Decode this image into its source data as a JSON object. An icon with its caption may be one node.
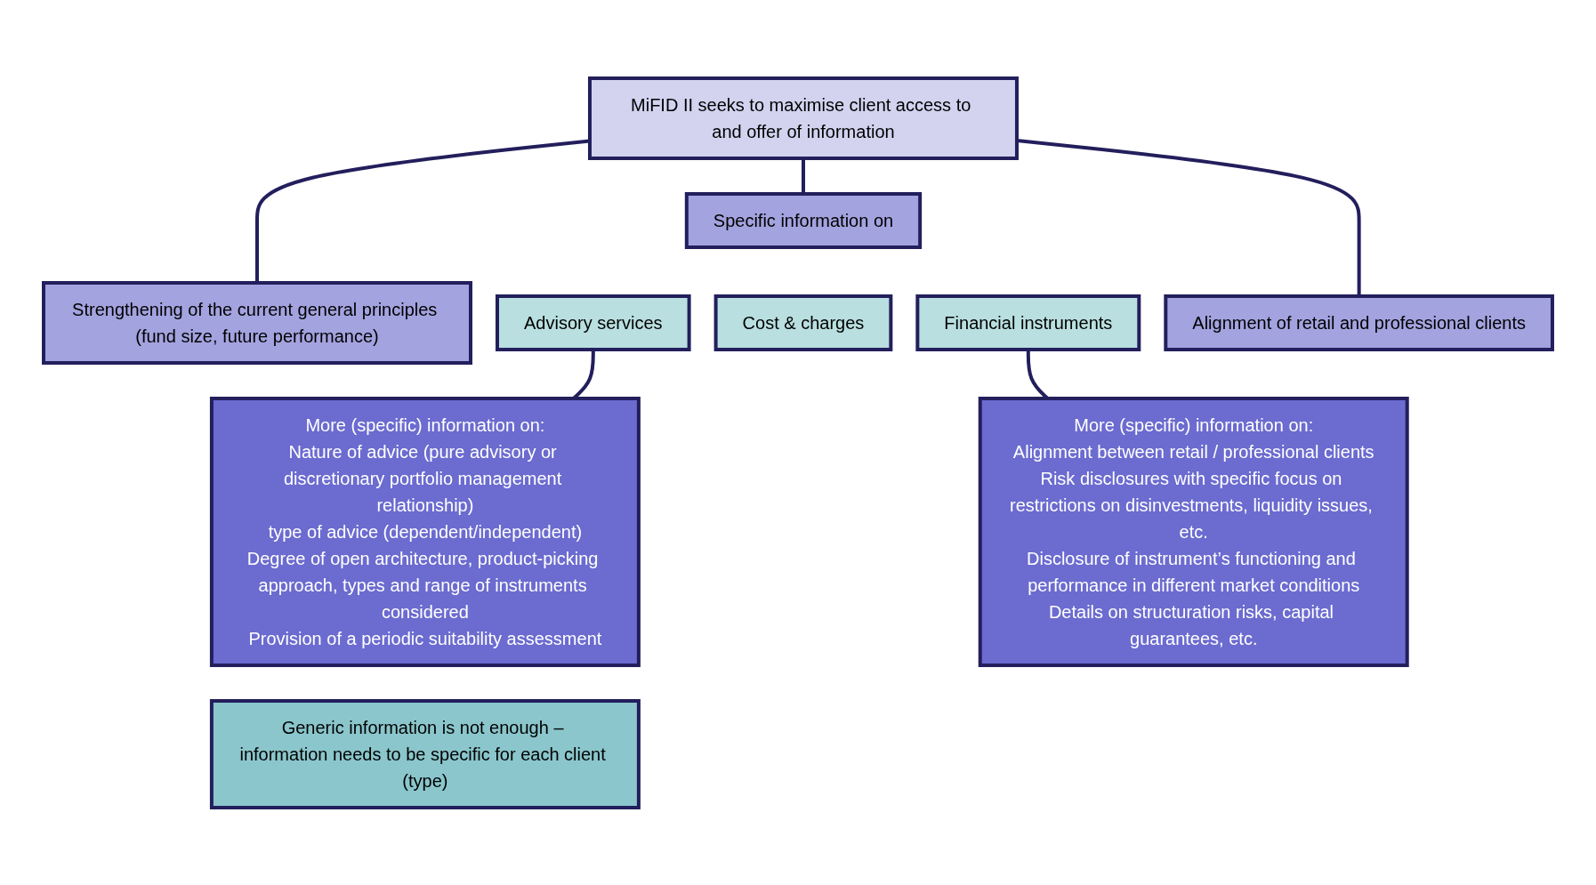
{
  "diagram": {
    "nodes": [
      {
        "text": [
          "MiFID II seeks to maximise client access to and offer of information"
        ]
      },
      {
        "text": [
          "Strengthening of the current general principles (fund size, future performance)"
        ]
      },
      {
        "text": [
          "Specific information on"
        ]
      },
      {
        "text": [
          "Alignment of retail and professional clients"
        ]
      },
      {
        "text": [
          "Advisory services"
        ]
      },
      {
        "text": [
          "Cost & charges"
        ]
      },
      {
        "text": [
          "Financial instruments"
        ]
      },
      {
        "text": [
          "More (specific) information on:",
          "Nature of advice (pure advisory or discretionary portfolio management relationship)",
          "type of advice (dependent/independent)",
          "Degree of open architecture, product-picking approach, types and range of instruments considered",
          "Provision of a periodic suitability assessment"
        ]
      },
      {
        "text": [
          "More (specific) information on:",
          "Alignment between retail / professional clients",
          "Risk disclosures with specific focus on restrictions on disinvestments, liquidity issues, etc.",
          "Disclosure of instrument’s functioning and performance in different market conditions",
          "Details on structuration risks, capital guarantees, etc."
        ]
      },
      {
        "text": [
          "Generic information is not enough – information needs to be specific for each client (type)"
        ]
      }
    ],
    "edges": [
      {
        "from": 0,
        "to": 1,
        "arrow": "none"
      },
      {
        "from": 0,
        "to": 2,
        "arrow": "none"
      },
      {
        "from": 0,
        "to": 3,
        "arrow": "none"
      },
      {
        "from": 4,
        "to": 7,
        "arrow": "none"
      },
      {
        "from": 6,
        "to": 8,
        "arrow": "none"
      }
    ]
  }
}
